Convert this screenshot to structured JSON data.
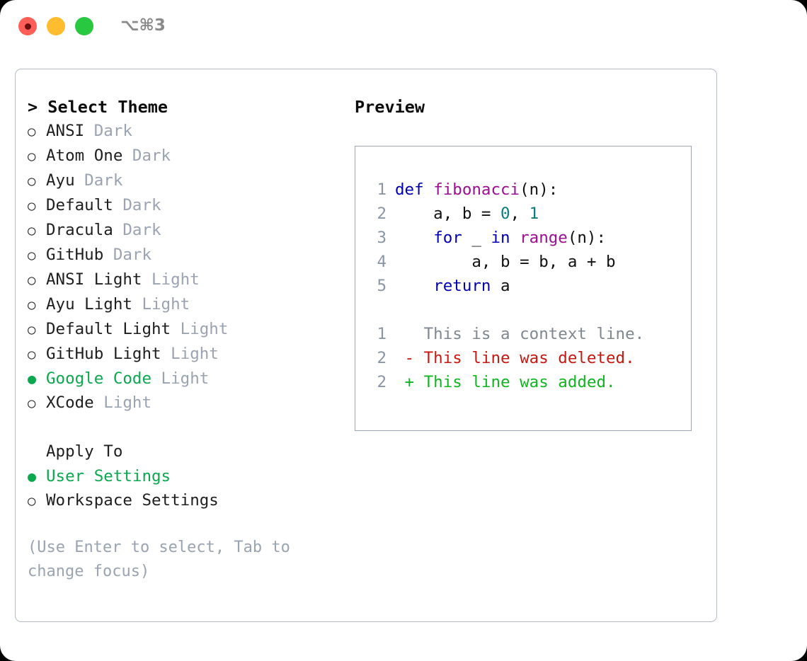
{
  "titlebar": {
    "shortcut": "⌥⌘3",
    "buttons": [
      {
        "name": "close",
        "color": "#ff5f57"
      },
      {
        "name": "minimize",
        "color": "#febc2e"
      },
      {
        "name": "zoom",
        "color": "#28c840"
      }
    ]
  },
  "theme_panel": {
    "heading": "> Select Theme",
    "options": [
      {
        "bullet": "○",
        "name": "ANSI",
        "tag": "Dark",
        "selected": false
      },
      {
        "bullet": "○",
        "name": "Atom One",
        "tag": "Dark",
        "selected": false
      },
      {
        "bullet": "○",
        "name": "Ayu",
        "tag": "Dark",
        "selected": false
      },
      {
        "bullet": "○",
        "name": "Default",
        "tag": "Dark",
        "selected": false
      },
      {
        "bullet": "○",
        "name": "Dracula",
        "tag": "Dark",
        "selected": false
      },
      {
        "bullet": "○",
        "name": "GitHub",
        "tag": "Dark",
        "selected": false
      },
      {
        "bullet": "○",
        "name": "ANSI Light",
        "tag": "Light",
        "selected": false
      },
      {
        "bullet": "○",
        "name": "Ayu Light",
        "tag": "Light",
        "selected": false
      },
      {
        "bullet": "○",
        "name": "Default Light",
        "tag": "Light",
        "selected": false
      },
      {
        "bullet": "○",
        "name": "GitHub Light",
        "tag": "Light",
        "selected": false
      },
      {
        "bullet": "●",
        "name": "Google Code",
        "tag": "Light",
        "selected": true
      },
      {
        "bullet": "○",
        "name": "XCode",
        "tag": "Light",
        "selected": false
      }
    ],
    "apply_to": {
      "heading": "Apply To",
      "options": [
        {
          "bullet": "●",
          "name": "User Settings",
          "selected": true
        },
        {
          "bullet": "○",
          "name": "Workspace Settings",
          "selected": false
        }
      ]
    },
    "hint": "(Use Enter to select, Tab to change focus)"
  },
  "preview": {
    "heading": "Preview",
    "code_lines": [
      {
        "num": "1",
        "tokens": [
          {
            "t": "def",
            "c": "kw"
          },
          {
            "t": " ",
            "c": "pl"
          },
          {
            "t": "fibonacci",
            "c": "fn"
          },
          {
            "t": "(n):",
            "c": "pl"
          }
        ]
      },
      {
        "num": "2",
        "tokens": [
          {
            "t": "    a, b = ",
            "c": "pl"
          },
          {
            "t": "0",
            "c": "num"
          },
          {
            "t": ", ",
            "c": "pl"
          },
          {
            "t": "1",
            "c": "num"
          }
        ]
      },
      {
        "num": "3",
        "tokens": [
          {
            "t": "    ",
            "c": "pl"
          },
          {
            "t": "for",
            "c": "kw"
          },
          {
            "t": " _ ",
            "c": "pl"
          },
          {
            "t": "in",
            "c": "kw"
          },
          {
            "t": " ",
            "c": "pl"
          },
          {
            "t": "range",
            "c": "fn"
          },
          {
            "t": "(n):",
            "c": "pl"
          }
        ]
      },
      {
        "num": "4",
        "tokens": [
          {
            "t": "        a, b = b, a + b",
            "c": "pl"
          }
        ]
      },
      {
        "num": "5",
        "tokens": [
          {
            "t": "    ",
            "c": "pl"
          },
          {
            "t": "return",
            "c": "kw"
          },
          {
            "t": " a",
            "c": "pl"
          }
        ]
      }
    ],
    "diff_lines": [
      {
        "num": "1",
        "tokens": [
          {
            "t": "   This is a context line.",
            "c": "ctx"
          }
        ]
      },
      {
        "num": "2",
        "tokens": [
          {
            "t": " - This line was deleted.",
            "c": "del"
          }
        ]
      },
      {
        "num": "2",
        "tokens": [
          {
            "t": " + This line was added.",
            "c": "add"
          }
        ]
      }
    ]
  }
}
